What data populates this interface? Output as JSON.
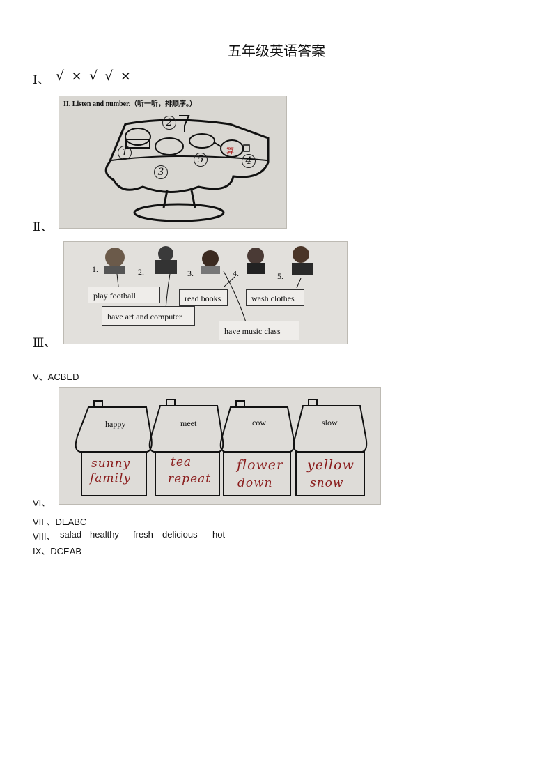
{
  "title": "五年级英语答案",
  "q1": {
    "label": "I、",
    "marks": "√ × √ √ ×"
  },
  "q2": {
    "label": "Ⅱ、",
    "header": "II. Listen and number.（听一听，排顺序。）",
    "numbers": [
      "1",
      "2",
      "3",
      "4",
      "5"
    ],
    "stamp": "算"
  },
  "q3": {
    "label": "Ⅲ、",
    "numbers": [
      "1.",
      "2.",
      "3.",
      "4.",
      "5."
    ],
    "boxes": [
      "play football",
      "have art and computer",
      "read books",
      "wash clothes",
      "have music class"
    ]
  },
  "q5": {
    "text": "V、ACBED"
  },
  "q6": {
    "label": "VI、",
    "houses": [
      {
        "word": "happy",
        "answers": [
          "sunny",
          "family"
        ]
      },
      {
        "word": "meet",
        "answers": [
          "tea",
          "repeat"
        ]
      },
      {
        "word": "cow",
        "answers": [
          "flower",
          "down"
        ]
      },
      {
        "word": "slow",
        "answers": [
          "yellow",
          "snow"
        ]
      }
    ]
  },
  "q7": {
    "text": "VII 、DEABC"
  },
  "q8": {
    "label": "VIII、",
    "words": [
      "salad",
      "healthy",
      "fresh",
      "delicious",
      "hot"
    ]
  },
  "q9": {
    "text": "IX、DCEAB"
  },
  "colors": {
    "ink": "#111111",
    "handwriting": "#8a1c1c",
    "photo_bg": "#d9d7d2"
  }
}
